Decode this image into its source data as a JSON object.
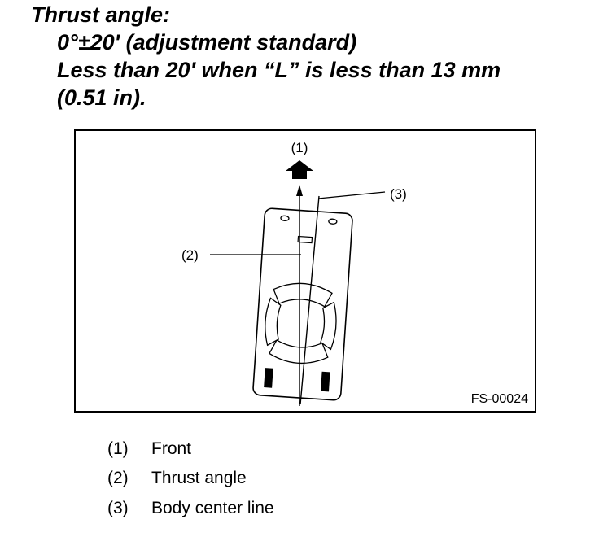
{
  "spec": {
    "heading": "Thrust angle:",
    "line1": "0°±20′ (adjustment standard)",
    "line2": "Less than 20′ when “L” is less than 13 mm",
    "line3": "(0.51 in)."
  },
  "figure": {
    "callout_1": "(1)",
    "callout_2": "(2)",
    "callout_3": "(3)",
    "code": "FS-00024"
  },
  "legend": [
    {
      "num": "(1)",
      "text": "Front"
    },
    {
      "num": "(2)",
      "text": "Thrust angle"
    },
    {
      "num": "(3)",
      "text": "Body center line"
    }
  ]
}
